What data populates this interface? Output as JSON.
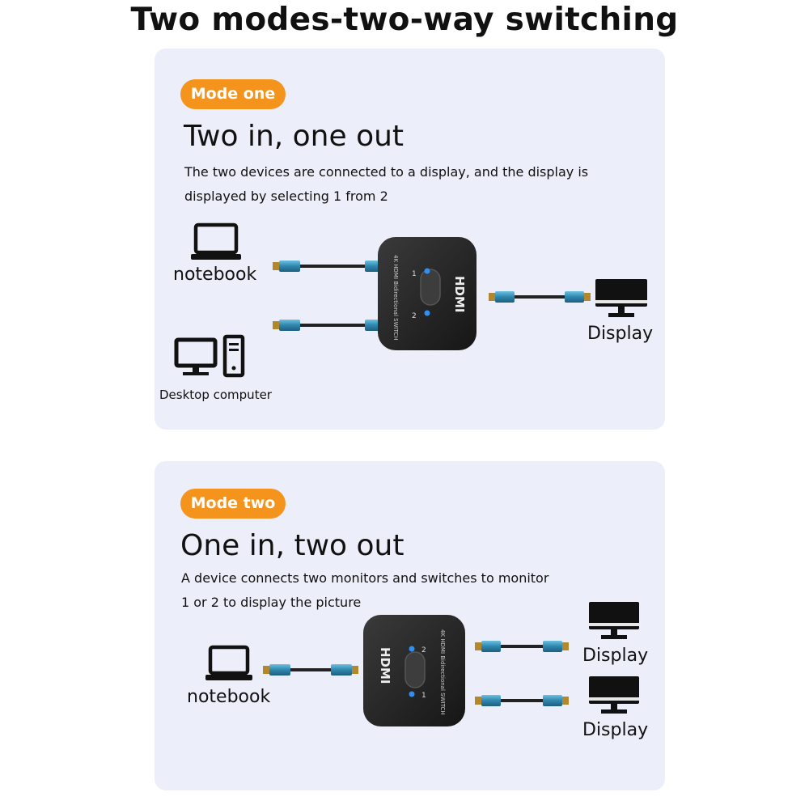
{
  "title": "Two modes-two-way switching",
  "mode_one": {
    "badge": "Mode one",
    "heading": "Two in, one out",
    "description_line1": "The two devices are connected to a display, and the display is",
    "description_line2": "displayed by selecting 1 from 2",
    "labels": {
      "notebook": "notebook",
      "desktop": "Desktop computer",
      "display": "Display"
    },
    "switch_text": {
      "logo": "HDMI",
      "model": "4K HDMI Bidirectional SWITCH",
      "port1": "1",
      "port2": "2"
    }
  },
  "mode_two": {
    "badge": "Mode two",
    "heading": "One in, two out",
    "description_line1": "A device connects two monitors and switches to monitor",
    "description_line2": "1 or 2 to display the picture",
    "labels": {
      "notebook": "notebook",
      "display_1": "Display",
      "display_2": "Display"
    },
    "switch_text": {
      "logo": "HDMI",
      "model": "4K HDMI Bidirectional SWITCH",
      "port1": "1",
      "port2": "2"
    }
  },
  "colors": {
    "badge": "#f4941d",
    "panel": "#eceef9",
    "cable_connector": "#3b8fb5",
    "led": "#2f8ff5",
    "switch_body": "#2a2a2a"
  },
  "icons": [
    "laptop-icon",
    "desktop-computer-icon",
    "monitor-icon",
    "hdmi-cable-icon",
    "hdmi-switch-icon"
  ]
}
